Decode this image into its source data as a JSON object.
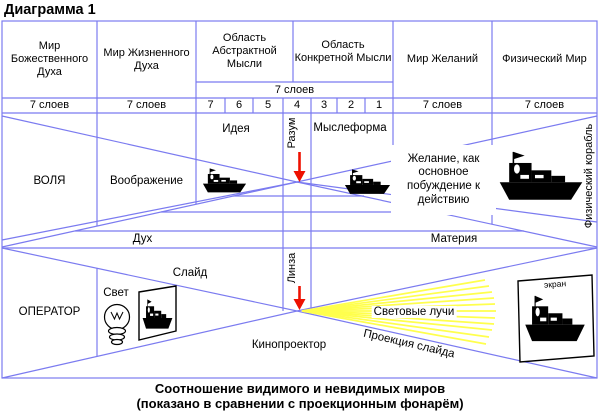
{
  "title": "Диаграмма 1",
  "header": {
    "columns": [
      {
        "label": "Мир Божественного Духа",
        "sublabel": "7 слоев"
      },
      {
        "label": "Мир Жизненного Духа",
        "sublabel": "7 слоев"
      },
      {
        "label": "Область Абстрактной Мысли"
      },
      {
        "label": "Область Конкретной Мысли"
      },
      {
        "label": "Мир Желаний",
        "sublabel": "7 слоев"
      },
      {
        "label": "Физический Мир",
        "sublabel": "7 слоев"
      }
    ],
    "thought_region_sublabel": "7 слоев",
    "layer_numbers": [
      "7",
      "6",
      "5",
      "4",
      "3",
      "2",
      "1"
    ]
  },
  "upper_section": {
    "row_label": "ВОЛЯ",
    "imagination_label": "Воображение",
    "idea_label": "Идея",
    "mind_label": "Разум",
    "thoughtform_label": "Мыслеформа",
    "desire_label": "Желание, как основное побуждение к действию",
    "physical_ship_label": "Физический корабль"
  },
  "divider_band": {
    "spirit_label": "Дух",
    "matter_label": "Материя"
  },
  "lower_section": {
    "row_label": "ОПЕРАТОР",
    "light_label": "Свет",
    "slide_label": "Слайд",
    "lens_label": "Линза",
    "light_rays_label": "Световые лучи",
    "slide_projection_label": "Проекция слайда",
    "projector_label": "Кинопроектор",
    "screen_label": "экран"
  },
  "caption": {
    "line1": "Соотношение видимого и невидимых миров",
    "line2": "(показано в сравнении с проекционным фонарём)"
  },
  "colors": {
    "line_blue": "#7b7bf0",
    "arrow_red": "#ee1100",
    "ray_yellow": "#ffff4d",
    "text_black": "#000000",
    "background": "#ffffff"
  }
}
